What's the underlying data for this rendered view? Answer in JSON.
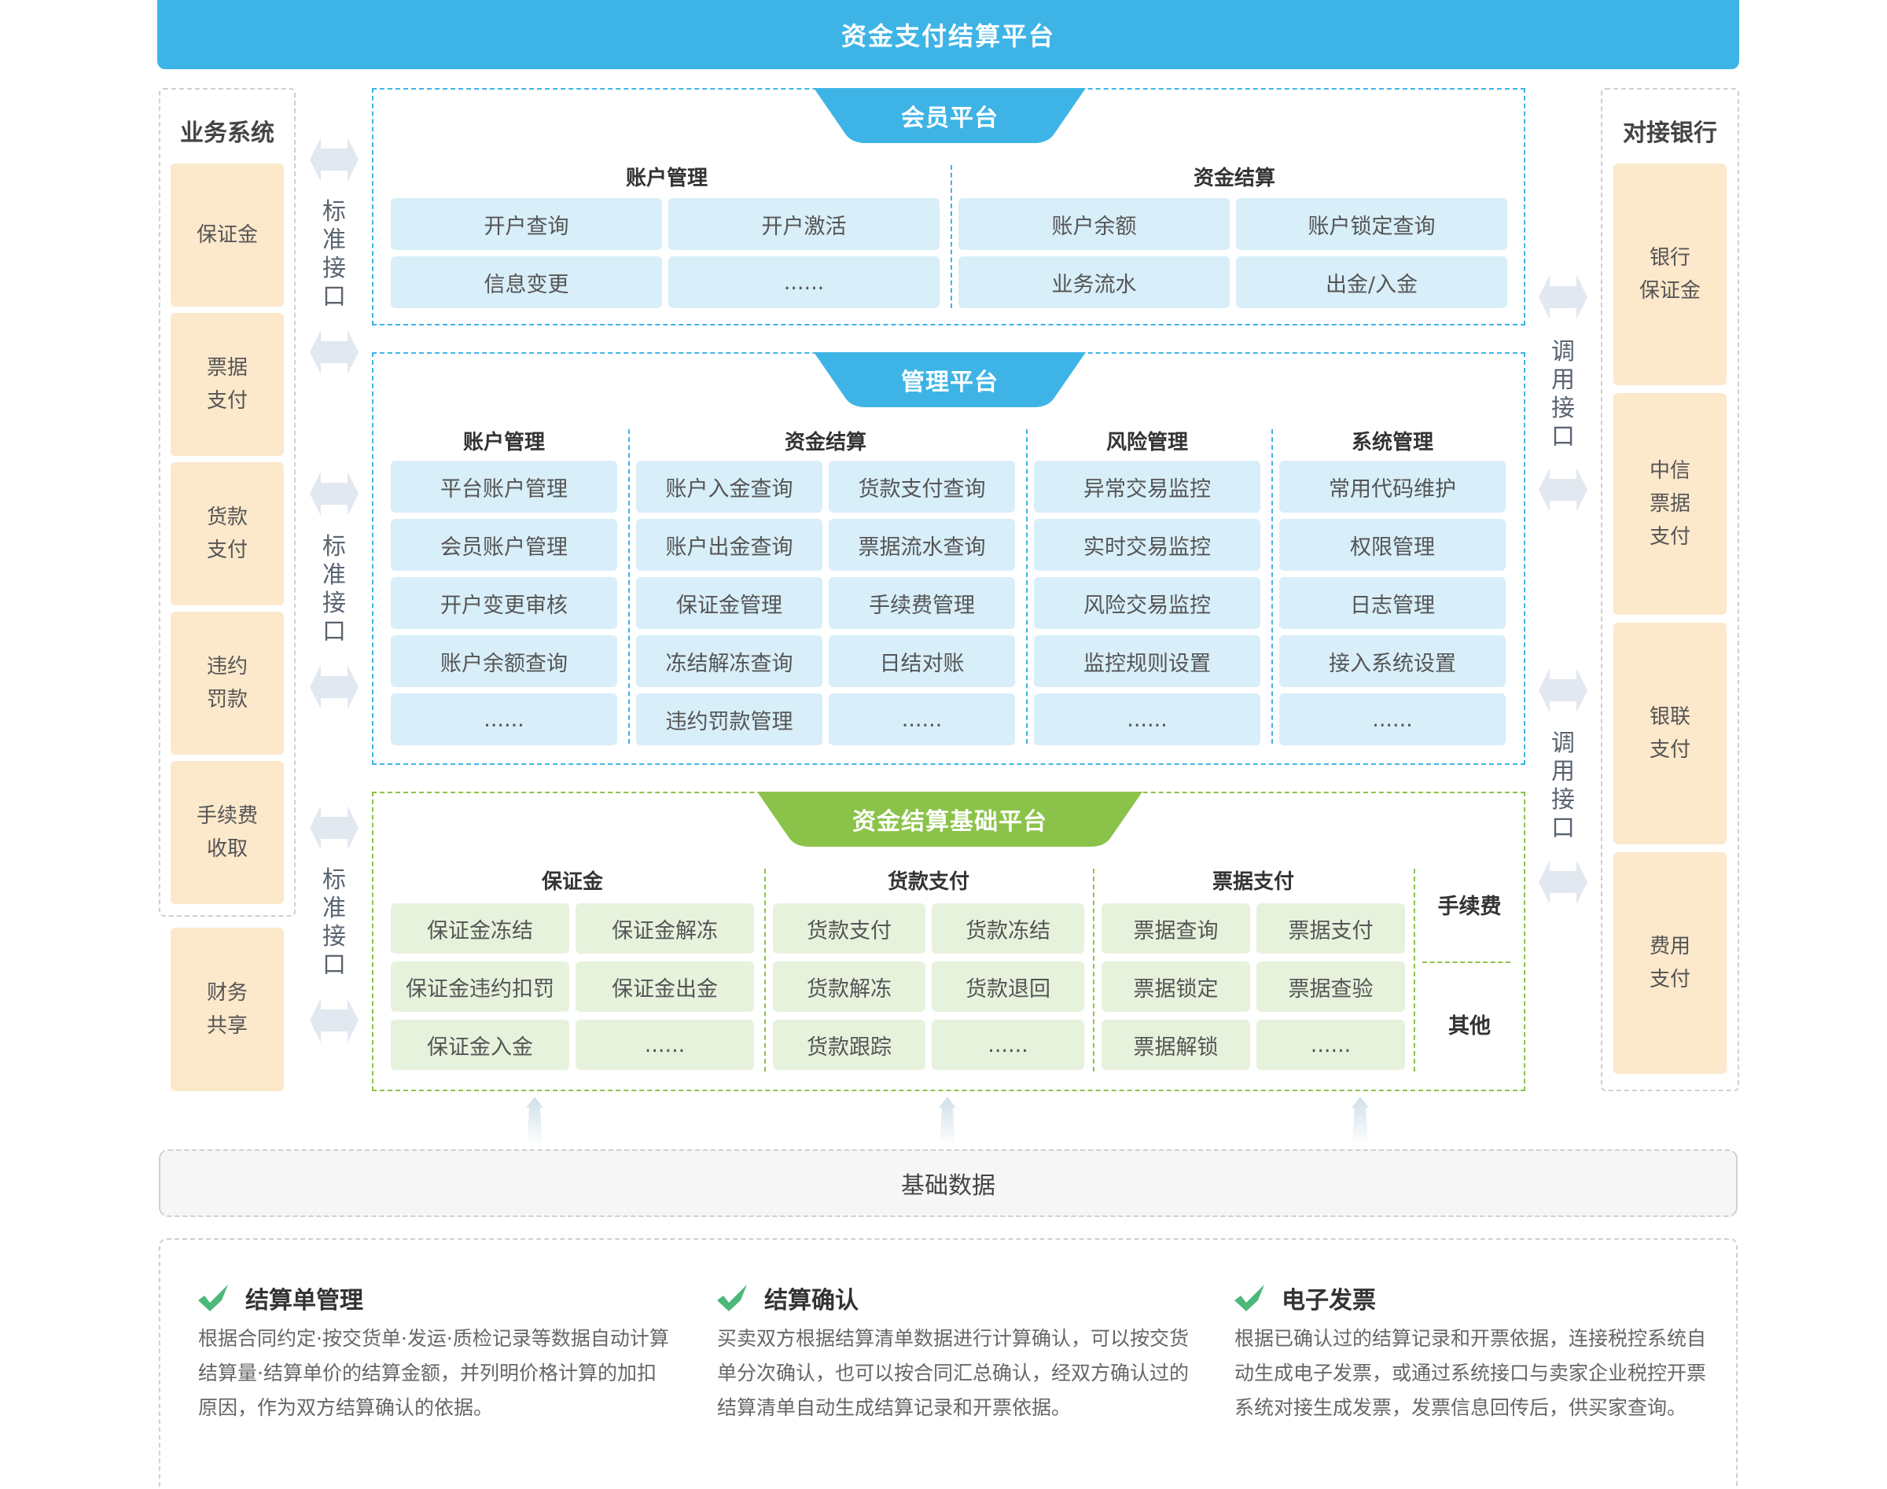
{
  "header": {
    "title": "资金支付结算平台"
  },
  "left_column": {
    "title": "业务系统",
    "items": [
      "保证金",
      "票据\n支付",
      "货款\n支付",
      "违约\n罚款",
      "手续费\n收取"
    ],
    "extra_item": "财务\n共享"
  },
  "left_connectors": [
    "标\n准\n接\n口",
    "标\n准\n接\n口",
    "标\n准\n接\n口"
  ],
  "right_connectors": [
    "调\n用\n接\n口",
    "调\n用\n接\n口"
  ],
  "right_column": {
    "title": "对接银行",
    "items": [
      "银行\n保证金",
      "中信\n票据\n支付",
      "银联\n支付",
      "费用\n支付"
    ]
  },
  "member_platform": {
    "title": "会员平台",
    "groups": [
      {
        "title": "账户管理",
        "cells": [
          "开户查询",
          "开户激活",
          "信息变更",
          "......"
        ]
      },
      {
        "title": "资金结算",
        "cells": [
          "账户余额",
          "账户锁定查询",
          "业务流水",
          "出金/入金"
        ]
      }
    ]
  },
  "management_platform": {
    "title": "管理平台",
    "groups": [
      {
        "title": "账户管理",
        "cells": [
          "平台账户管理",
          "会员账户管理",
          "开户变更审核",
          "账户余额查询",
          "......"
        ]
      },
      {
        "title": "资金结算",
        "cells": [
          "账户入金查询",
          "货款支付查询",
          "账户出金查询",
          "票据流水查询",
          "保证金管理",
          "手续费管理",
          "冻结解冻查询",
          "日结对账",
          "违约罚款管理",
          "......"
        ]
      },
      {
        "title": "风险管理",
        "cells": [
          "异常交易监控",
          "实时交易监控",
          "风险交易监控",
          "监控规则设置",
          "......"
        ]
      },
      {
        "title": "系统管理",
        "cells": [
          "常用代码维护",
          "权限管理",
          "日志管理",
          "接入系统设置",
          "......"
        ]
      }
    ]
  },
  "base_platform": {
    "title": "资金结算基础平台",
    "groups": [
      {
        "title": "保证金",
        "cells": [
          "保证金冻结",
          "保证金解冻",
          "保证金违约扣罚",
          "保证金出金",
          "保证金入金",
          "......"
        ]
      },
      {
        "title": "货款支付",
        "cells": [
          "货款支付",
          "货款冻结",
          "货款解冻",
          "货款退回",
          "货款跟踪",
          "......"
        ]
      },
      {
        "title": "票据支付",
        "cells": [
          "票据查询",
          "票据支付",
          "票据锁定",
          "票据查验",
          "票据解锁",
          "......"
        ]
      }
    ],
    "side_labels": [
      "手续费",
      "其他"
    ]
  },
  "base_data": {
    "label": "基础数据"
  },
  "features": [
    {
      "icon": "check-icon",
      "title": "结算单管理",
      "desc": "根据合同约定·按交货单·发运·质检记录等数据自动计算结算量·结算单价的结算金额，并列明价格计算的加扣原因，作为双方结算确认的依据。"
    },
    {
      "icon": "check-icon",
      "title": "结算确认",
      "desc": "买卖双方根据结算清单数据进行计算确认，可以按交货单分次确认，也可以按合同汇总确认，经双方确认过的结算清单自动生成结算记录和开票依据。"
    },
    {
      "icon": "check-icon",
      "title": "电子发票",
      "desc": "根据已确认过的结算记录和开票依据，连接税控系统自动生成电子发票，或通过系统接口与卖家企业税控开票系统对接生成发票，发票信息回传后，供买家查询。"
    }
  ],
  "colors": {
    "primary_blue": "#3eb4e6",
    "accent_green": "#8bc34a",
    "cell_blue": "#d8eef9",
    "cell_green": "#e7f2dd",
    "cell_orange": "#fce8cb",
    "check_green": "#4cb87a"
  }
}
